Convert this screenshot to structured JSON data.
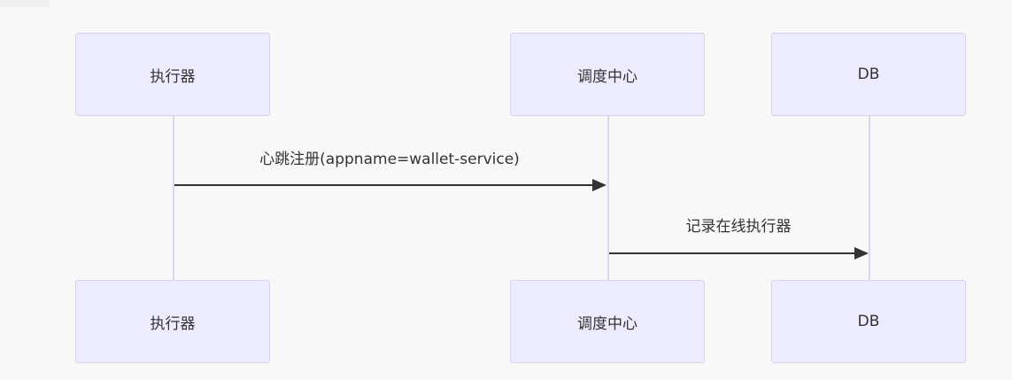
{
  "diagram": {
    "type": "sequence",
    "participants": [
      {
        "id": "executor",
        "label": "执行器"
      },
      {
        "id": "scheduler",
        "label": "调度中心"
      },
      {
        "id": "db",
        "label": "DB"
      }
    ],
    "messages": [
      {
        "from": "executor",
        "to": "scheduler",
        "label": "心跳注册(appname=wallet-service)",
        "arrow": "solid"
      },
      {
        "from": "scheduler",
        "to": "db",
        "label": "记录在线执行器",
        "arrow": "solid"
      }
    ]
  },
  "colors": {
    "background": "#f8f8f8",
    "actor_fill": "#ececfe",
    "actor_border": "#d6d3f0",
    "lifeline": "#ddd6ee",
    "arrow": "#333333",
    "text": "#333333"
  }
}
